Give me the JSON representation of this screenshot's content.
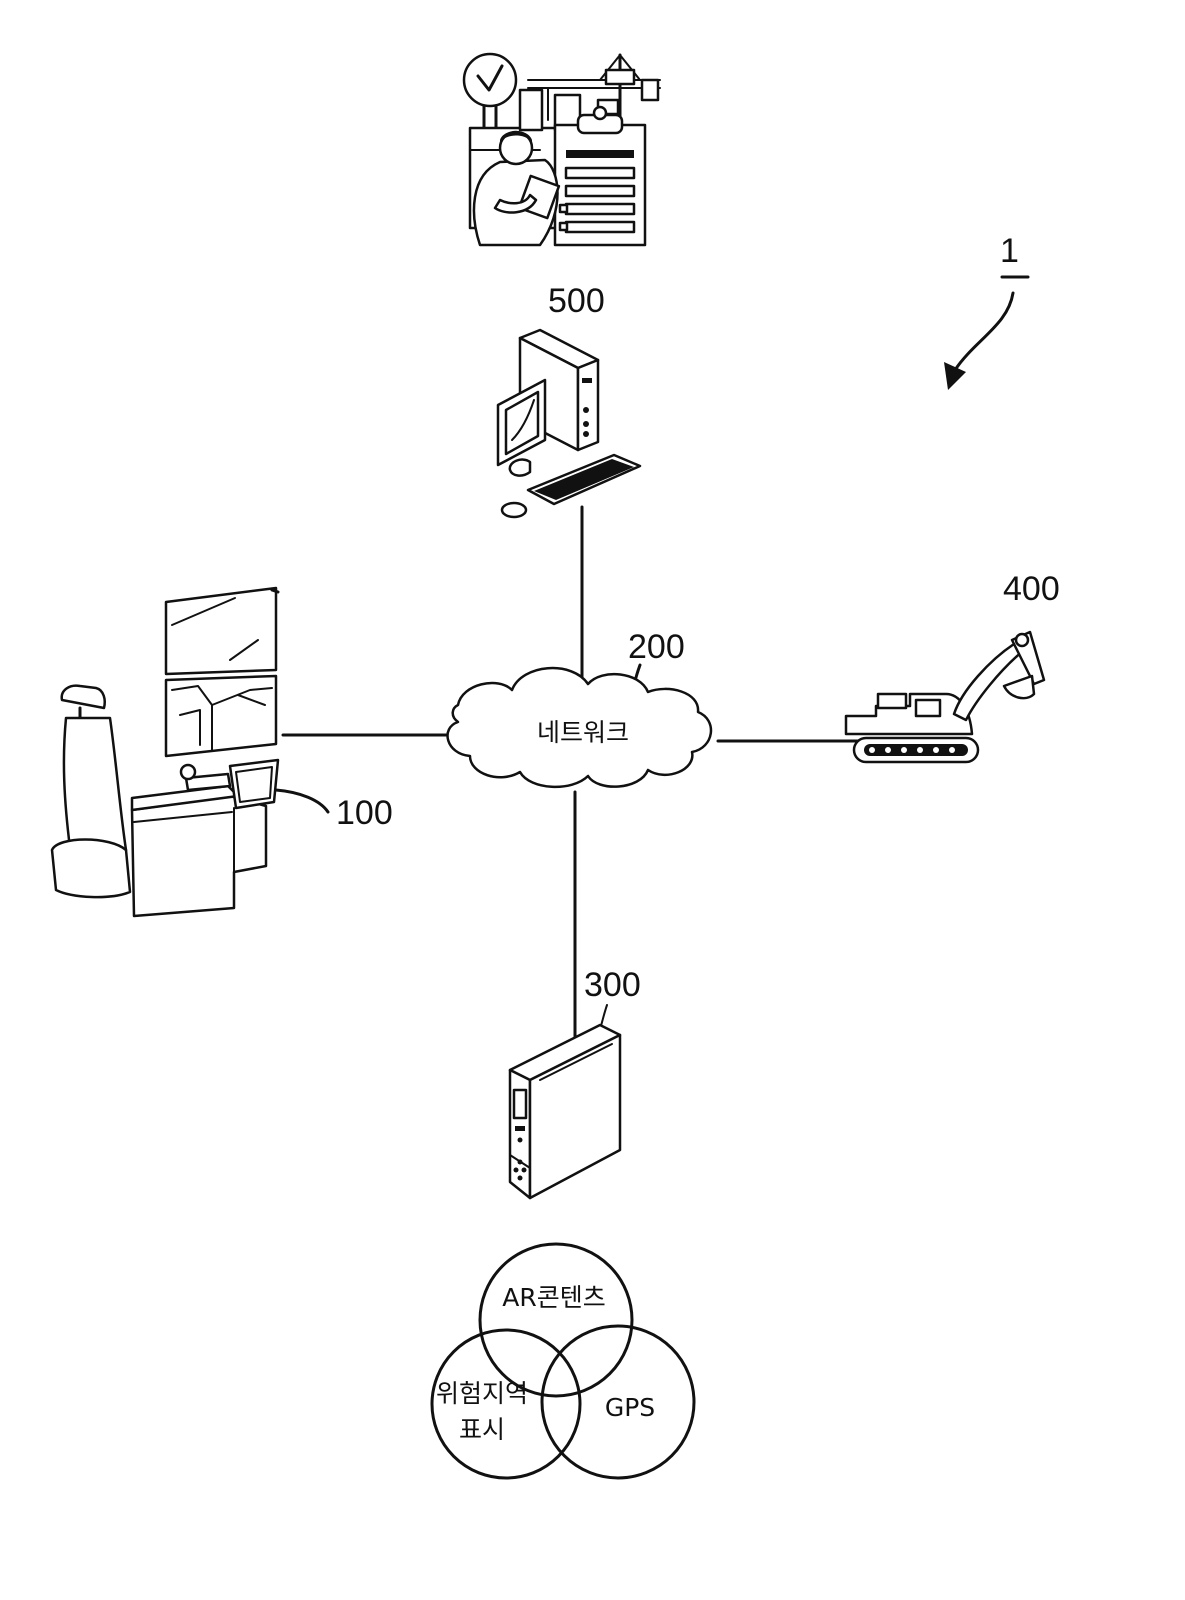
{
  "figure": {
    "system_ref": "1",
    "nodes": {
      "cockpit": {
        "ref": "100"
      },
      "network": {
        "ref": "200",
        "label": "네트워크"
      },
      "server": {
        "ref": "300"
      },
      "excavator": {
        "ref": "400"
      },
      "computer": {
        "ref": "500"
      }
    },
    "venn": {
      "ar": "AR콘텐츠",
      "danger_line1": "위험지역",
      "danger_line2": "표시",
      "gps": "GPS"
    }
  }
}
